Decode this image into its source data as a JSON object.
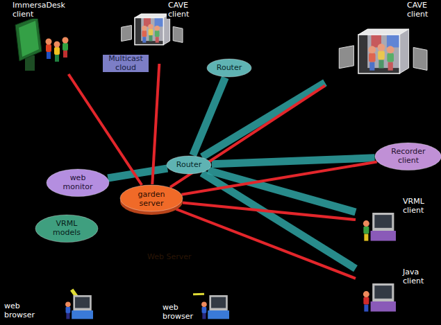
{
  "diagram": {
    "nodes": [
      {
        "text": [
          "Multicast cloud"
        ]
      },
      {
        "text": [
          "ImmersaDesk client"
        ],
        "in": 0
      },
      {
        "text": [
          "CAVE client"
        ],
        "in": 0
      },
      {
        "text": [
          "Router"
        ],
        "in": 0
      },
      {
        "text": [
          "CAVE client"
        ]
      },
      {
        "text": [
          "Web Server"
        ]
      },
      {
        "text": [
          "web monitor"
        ],
        "in": 5
      },
      {
        "text": [
          "Router"
        ],
        "in": 5
      },
      {
        "text": [
          "garden server"
        ],
        "in": 5
      },
      {
        "text": [
          "VRML models"
        ],
        "in": 5
      },
      {
        "text": [
          "Recorder client"
        ]
      },
      {
        "text": [
          "VRML client"
        ]
      },
      {
        "text": [
          "Java client"
        ]
      },
      {
        "text": [
          "web browser"
        ]
      },
      {
        "text": [
          "web browser"
        ]
      }
    ],
    "edges": [
      {
        "from": 8,
        "to": 1,
        "arrow": "none"
      },
      {
        "from": 8,
        "to": 2,
        "arrow": "none"
      },
      {
        "from": 8,
        "to": 4,
        "arrow": "none"
      },
      {
        "from": 8,
        "to": 10,
        "arrow": "none"
      },
      {
        "from": 8,
        "to": 11,
        "arrow": "none"
      },
      {
        "from": 8,
        "to": 12,
        "arrow": "none"
      },
      {
        "from": 7,
        "to": 3,
        "arrow": "none"
      },
      {
        "from": 7,
        "to": 6,
        "arrow": "none"
      },
      {
        "from": 7,
        "to": 4,
        "arrow": "none"
      },
      {
        "from": 7,
        "to": 10,
        "arrow": "none"
      },
      {
        "from": 7,
        "to": 11,
        "arrow": "none"
      },
      {
        "from": 7,
        "to": 12,
        "arrow": "none"
      },
      {
        "from": 5,
        "to": 13,
        "arrow": "none"
      },
      {
        "from": 5,
        "to": 14,
        "arrow": "none"
      }
    ]
  }
}
